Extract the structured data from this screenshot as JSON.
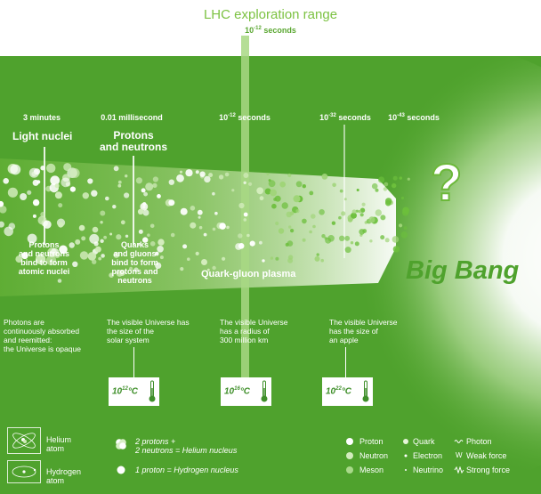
{
  "header": {
    "lhc_title": "LHC exploration range",
    "lhc_seconds_exp": "-12",
    "lhc_seconds_unit": " seconds"
  },
  "timeline": [
    {
      "label": "3 minutes",
      "exp": ""
    },
    {
      "label": "0.01 millisecond",
      "exp": ""
    },
    {
      "label": " seconds",
      "exp": "-12",
      "base": "10"
    },
    {
      "label": " seconds",
      "exp": "-32",
      "base": "10"
    },
    {
      "label": " seconds",
      "exp": "-43",
      "base": "10"
    }
  ],
  "eras": {
    "light_nuclei": "Light nuclei",
    "protons_neutrons_1": "Protons",
    "protons_neutrons_2": "and neutrons",
    "quark_gluon": "Quark-gluon plasma",
    "big_bang": "Big Bang",
    "question": "?"
  },
  "descriptions": {
    "nuclei_1": "Protons",
    "nuclei_2": "and neutrons",
    "nuclei_3": "bind to form",
    "nuclei_4": "atomic nuclei",
    "quarks_1": "Quarks",
    "quarks_2": "and gluons",
    "quarks_3": "bind to form",
    "quarks_4": "protons and",
    "quarks_5": "neutrons"
  },
  "notes": {
    "opaque_1": "Photons are",
    "opaque_2": "continuously absorbed",
    "opaque_3": "and reemitted:",
    "opaque_4": "the Universe is opaque",
    "solar_1": "The visible Universe has",
    "solar_2": "the size of the",
    "solar_3": "solar system",
    "radius_1": "The visible  Universe",
    "radius_2": "has a radius of",
    "radius_3": "300 million km",
    "apple_1": "The visible Universe",
    "apple_2": "has the size of",
    "apple_3": "an apple"
  },
  "temperatures": [
    {
      "base": "10",
      "exp": "12",
      "unit": "°C"
    },
    {
      "base": "10",
      "exp": "16",
      "unit": "°C"
    },
    {
      "base": "10",
      "exp": "22",
      "unit": "°C"
    }
  ],
  "legend": {
    "helium_1": "Helium",
    "helium_2": "atom",
    "hydrogen_1": "Hydrogen",
    "hydrogen_2": "atom",
    "helium_eq_1": "2 protons +",
    "helium_eq_2": "2 neutrons = Helium nucleus",
    "hydrogen_eq": "1 proton  =  Hydrogen nucleus",
    "proton": "Proton",
    "neutron": "Neutron",
    "meson": "Meson",
    "quark": "Quark",
    "electron": "Electron",
    "neutrino": "Neutrino",
    "photon": "Photon",
    "weak_force": "Weak force",
    "strong_force": "Strong force"
  },
  "colors": {
    "green_dark": "#4fa22d",
    "green_light": "#7cc242",
    "white": "#ffffff"
  }
}
